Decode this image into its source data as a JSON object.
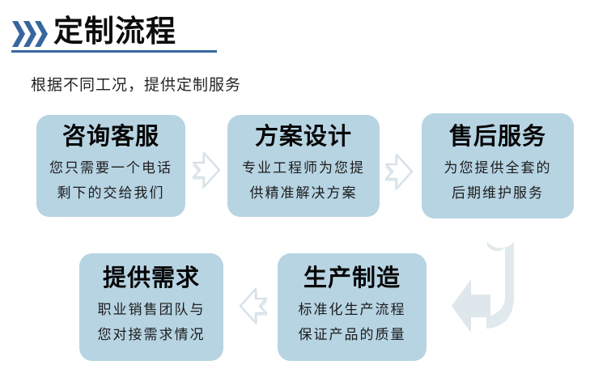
{
  "header": {
    "title": "定制流程"
  },
  "subtitle": "根据不同工况，提供定制服务",
  "colors": {
    "accent_blue": "#38679f",
    "box_fill": "#b7d4e3",
    "arrow_outline": "#d7e2e9",
    "arrow_fill": "#e3ebf0",
    "title_text": "#0d0d0d",
    "body_text": "#1c1c1c"
  },
  "icons": {
    "header_icon": "triple-chevron-right",
    "flow_arrow_right": "block-arrow-right",
    "flow_arrow_left": "block-arrow-left",
    "flow_arrow_bend": "bent-arrow-down-left"
  },
  "steps": [
    {
      "title": "咨询客服",
      "desc_lines": [
        "您只需要一个电话",
        "剩下的交给我们"
      ]
    },
    {
      "title": "方案设计",
      "desc_lines": [
        "专业工程师为您提",
        "供精准解决方案"
      ]
    },
    {
      "title": "售后服务",
      "desc_lines": [
        "为您提供全套的",
        "后期维护服务"
      ]
    },
    {
      "title": "提供需求",
      "desc_lines": [
        "职业销售团队与",
        "您对接需求情况"
      ]
    },
    {
      "title": "生产制造",
      "desc_lines": [
        "标准化生产流程",
        "保证产品的质量"
      ]
    }
  ]
}
